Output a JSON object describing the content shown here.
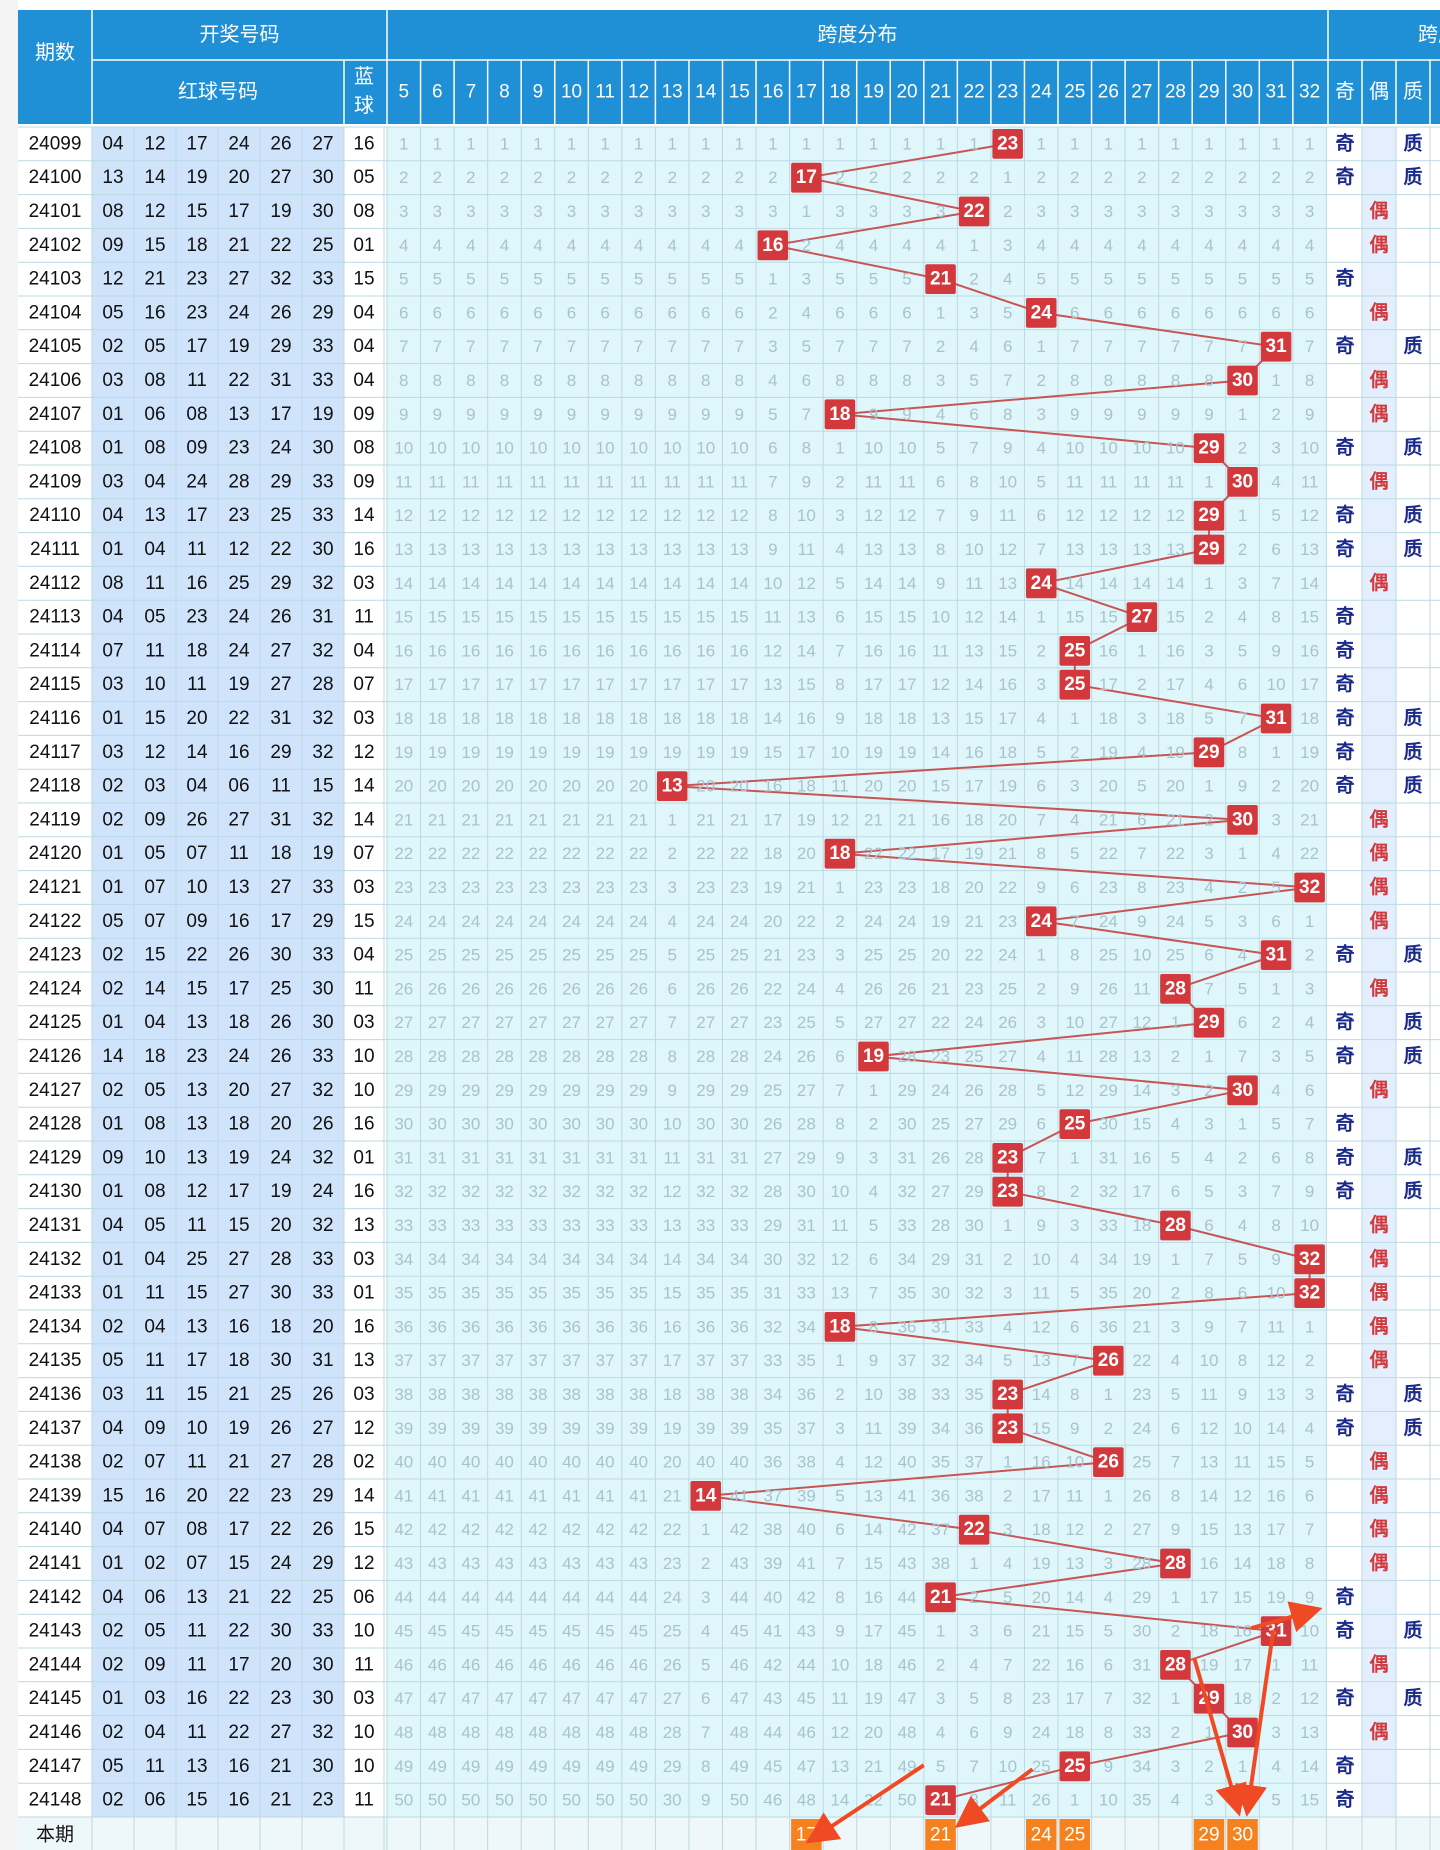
{
  "header": {
    "period_label": "期数",
    "draw_numbers_label": "开奖号码",
    "red_ball_label": "红球号码",
    "blue_ball_label": "蓝球",
    "span_dist_label": "跨度分布",
    "span_stats_label": "跨度",
    "stat_cols": [
      "奇",
      "偶",
      "质"
    ]
  },
  "colors": {
    "header_bg": "#1f8fd6",
    "period_bg": "#ffffff",
    "ball_bg": "#cfe3fb",
    "grid_bg": "#dff7fb",
    "hit_bg": "#d3393c",
    "line": "#c75555",
    "odd_even_text": "#1a2a8c",
    "forecast_bg": "#f5821f",
    "arrow": "#f04a24"
  },
  "span_range": [
    5,
    32
  ],
  "chart_data": {
    "type": "table",
    "rows": [
      {
        "period": "24099",
        "reds": [
          "04",
          "12",
          "17",
          "24",
          "26",
          "27"
        ],
        "blue": "16",
        "span": 23,
        "odd": "奇",
        "even": "",
        "prime": "质"
      },
      {
        "period": "24100",
        "reds": [
          "13",
          "14",
          "19",
          "20",
          "27",
          "30"
        ],
        "blue": "05",
        "span": 17,
        "odd": "奇",
        "even": "",
        "prime": "质"
      },
      {
        "period": "24101",
        "reds": [
          "08",
          "12",
          "15",
          "17",
          "19",
          "30"
        ],
        "blue": "08",
        "span": 22,
        "odd": "",
        "even": "偶",
        "prime": ""
      },
      {
        "period": "24102",
        "reds": [
          "09",
          "15",
          "18",
          "21",
          "22",
          "25"
        ],
        "blue": "01",
        "span": 16,
        "odd": "",
        "even": "偶",
        "prime": ""
      },
      {
        "period": "24103",
        "reds": [
          "12",
          "21",
          "23",
          "27",
          "32",
          "33"
        ],
        "blue": "15",
        "span": 21,
        "odd": "奇",
        "even": "",
        "prime": ""
      },
      {
        "period": "24104",
        "reds": [
          "05",
          "16",
          "23",
          "24",
          "26",
          "29"
        ],
        "blue": "04",
        "span": 24,
        "odd": "",
        "even": "偶",
        "prime": ""
      },
      {
        "period": "24105",
        "reds": [
          "02",
          "05",
          "17",
          "19",
          "29",
          "33"
        ],
        "blue": "04",
        "span": 31,
        "odd": "奇",
        "even": "",
        "prime": "质"
      },
      {
        "period": "24106",
        "reds": [
          "03",
          "08",
          "11",
          "22",
          "31",
          "33"
        ],
        "blue": "04",
        "span": 30,
        "odd": "",
        "even": "偶",
        "prime": ""
      },
      {
        "period": "24107",
        "reds": [
          "01",
          "06",
          "08",
          "13",
          "17",
          "19"
        ],
        "blue": "09",
        "span": 18,
        "odd": "",
        "even": "偶",
        "prime": ""
      },
      {
        "period": "24108",
        "reds": [
          "01",
          "08",
          "09",
          "23",
          "24",
          "30"
        ],
        "blue": "08",
        "span": 29,
        "odd": "奇",
        "even": "",
        "prime": "质"
      },
      {
        "period": "24109",
        "reds": [
          "03",
          "04",
          "24",
          "28",
          "29",
          "33"
        ],
        "blue": "09",
        "span": 30,
        "odd": "",
        "even": "偶",
        "prime": ""
      },
      {
        "period": "24110",
        "reds": [
          "04",
          "13",
          "17",
          "23",
          "25",
          "33"
        ],
        "blue": "14",
        "span": 29,
        "odd": "奇",
        "even": "",
        "prime": "质"
      },
      {
        "period": "24111",
        "reds": [
          "01",
          "04",
          "11",
          "12",
          "22",
          "30"
        ],
        "blue": "16",
        "span": 29,
        "odd": "奇",
        "even": "",
        "prime": "质"
      },
      {
        "period": "24112",
        "reds": [
          "08",
          "11",
          "16",
          "25",
          "29",
          "32"
        ],
        "blue": "03",
        "span": 24,
        "odd": "",
        "even": "偶",
        "prime": ""
      },
      {
        "period": "24113",
        "reds": [
          "04",
          "05",
          "23",
          "24",
          "26",
          "31"
        ],
        "blue": "11",
        "span": 27,
        "odd": "奇",
        "even": "",
        "prime": ""
      },
      {
        "period": "24114",
        "reds": [
          "07",
          "11",
          "18",
          "24",
          "27",
          "32"
        ],
        "blue": "04",
        "span": 25,
        "odd": "奇",
        "even": "",
        "prime": ""
      },
      {
        "period": "24115",
        "reds": [
          "03",
          "10",
          "11",
          "19",
          "27",
          "28"
        ],
        "blue": "07",
        "span": 25,
        "odd": "奇",
        "even": "",
        "prime": ""
      },
      {
        "period": "24116",
        "reds": [
          "01",
          "15",
          "20",
          "22",
          "31",
          "32"
        ],
        "blue": "03",
        "span": 31,
        "odd": "奇",
        "even": "",
        "prime": "质"
      },
      {
        "period": "24117",
        "reds": [
          "03",
          "12",
          "14",
          "16",
          "29",
          "32"
        ],
        "blue": "12",
        "span": 29,
        "odd": "奇",
        "even": "",
        "prime": "质"
      },
      {
        "period": "24118",
        "reds": [
          "02",
          "03",
          "04",
          "06",
          "11",
          "15"
        ],
        "blue": "14",
        "span": 13,
        "odd": "奇",
        "even": "",
        "prime": "质"
      },
      {
        "period": "24119",
        "reds": [
          "02",
          "09",
          "26",
          "27",
          "31",
          "32"
        ],
        "blue": "14",
        "span": 30,
        "odd": "",
        "even": "偶",
        "prime": ""
      },
      {
        "period": "24120",
        "reds": [
          "01",
          "05",
          "07",
          "11",
          "18",
          "19"
        ],
        "blue": "07",
        "span": 18,
        "odd": "",
        "even": "偶",
        "prime": ""
      },
      {
        "period": "24121",
        "reds": [
          "01",
          "07",
          "10",
          "13",
          "27",
          "33"
        ],
        "blue": "03",
        "span": 32,
        "odd": "",
        "even": "偶",
        "prime": ""
      },
      {
        "period": "24122",
        "reds": [
          "05",
          "07",
          "09",
          "16",
          "17",
          "29"
        ],
        "blue": "15",
        "span": 24,
        "odd": "",
        "even": "偶",
        "prime": ""
      },
      {
        "period": "24123",
        "reds": [
          "02",
          "15",
          "22",
          "26",
          "30",
          "33"
        ],
        "blue": "04",
        "span": 31,
        "odd": "奇",
        "even": "",
        "prime": "质"
      },
      {
        "period": "24124",
        "reds": [
          "02",
          "14",
          "15",
          "17",
          "25",
          "30"
        ],
        "blue": "11",
        "span": 28,
        "odd": "",
        "even": "偶",
        "prime": ""
      },
      {
        "period": "24125",
        "reds": [
          "01",
          "04",
          "13",
          "18",
          "26",
          "30"
        ],
        "blue": "03",
        "span": 29,
        "odd": "奇",
        "even": "",
        "prime": "质"
      },
      {
        "period": "24126",
        "reds": [
          "14",
          "18",
          "23",
          "24",
          "26",
          "33"
        ],
        "blue": "10",
        "span": 19,
        "odd": "奇",
        "even": "",
        "prime": "质"
      },
      {
        "period": "24127",
        "reds": [
          "02",
          "05",
          "13",
          "20",
          "27",
          "32"
        ],
        "blue": "10",
        "span": 30,
        "odd": "",
        "even": "偶",
        "prime": ""
      },
      {
        "period": "24128",
        "reds": [
          "01",
          "08",
          "13",
          "18",
          "20",
          "26"
        ],
        "blue": "16",
        "span": 25,
        "odd": "奇",
        "even": "",
        "prime": ""
      },
      {
        "period": "24129",
        "reds": [
          "09",
          "10",
          "13",
          "19",
          "24",
          "32"
        ],
        "blue": "01",
        "span": 23,
        "odd": "奇",
        "even": "",
        "prime": "质"
      },
      {
        "period": "24130",
        "reds": [
          "01",
          "08",
          "12",
          "17",
          "19",
          "24"
        ],
        "blue": "16",
        "span": 23,
        "odd": "奇",
        "even": "",
        "prime": "质"
      },
      {
        "period": "24131",
        "reds": [
          "04",
          "05",
          "11",
          "15",
          "20",
          "32"
        ],
        "blue": "13",
        "span": 28,
        "odd": "",
        "even": "偶",
        "prime": ""
      },
      {
        "period": "24132",
        "reds": [
          "01",
          "04",
          "25",
          "27",
          "28",
          "33"
        ],
        "blue": "03",
        "span": 32,
        "odd": "",
        "even": "偶",
        "prime": ""
      },
      {
        "period": "24133",
        "reds": [
          "01",
          "11",
          "15",
          "27",
          "30",
          "33"
        ],
        "blue": "01",
        "span": 32,
        "odd": "",
        "even": "偶",
        "prime": ""
      },
      {
        "period": "24134",
        "reds": [
          "02",
          "04",
          "13",
          "16",
          "18",
          "20"
        ],
        "blue": "16",
        "span": 18,
        "odd": "",
        "even": "偶",
        "prime": ""
      },
      {
        "period": "24135",
        "reds": [
          "05",
          "11",
          "17",
          "18",
          "30",
          "31"
        ],
        "blue": "13",
        "span": 26,
        "odd": "",
        "even": "偶",
        "prime": ""
      },
      {
        "period": "24136",
        "reds": [
          "03",
          "11",
          "15",
          "21",
          "25",
          "26"
        ],
        "blue": "03",
        "span": 23,
        "odd": "奇",
        "even": "",
        "prime": "质"
      },
      {
        "period": "24137",
        "reds": [
          "04",
          "09",
          "10",
          "19",
          "26",
          "27"
        ],
        "blue": "12",
        "span": 23,
        "odd": "奇",
        "even": "",
        "prime": "质"
      },
      {
        "period": "24138",
        "reds": [
          "02",
          "07",
          "11",
          "21",
          "27",
          "28"
        ],
        "blue": "02",
        "span": 26,
        "odd": "",
        "even": "偶",
        "prime": ""
      },
      {
        "period": "24139",
        "reds": [
          "15",
          "16",
          "20",
          "22",
          "23",
          "29"
        ],
        "blue": "14",
        "span": 14,
        "odd": "",
        "even": "偶",
        "prime": ""
      },
      {
        "period": "24140",
        "reds": [
          "04",
          "07",
          "08",
          "17",
          "22",
          "26"
        ],
        "blue": "15",
        "span": 22,
        "odd": "",
        "even": "偶",
        "prime": ""
      },
      {
        "period": "24141",
        "reds": [
          "01",
          "02",
          "07",
          "15",
          "24",
          "29"
        ],
        "blue": "12",
        "span": 28,
        "odd": "",
        "even": "偶",
        "prime": ""
      },
      {
        "period": "24142",
        "reds": [
          "04",
          "06",
          "13",
          "21",
          "22",
          "25"
        ],
        "blue": "06",
        "span": 21,
        "odd": "奇",
        "even": "",
        "prime": ""
      },
      {
        "period": "24143",
        "reds": [
          "02",
          "05",
          "11",
          "22",
          "30",
          "33"
        ],
        "blue": "10",
        "span": 31,
        "odd": "奇",
        "even": "",
        "prime": "质"
      },
      {
        "period": "24144",
        "reds": [
          "02",
          "09",
          "11",
          "17",
          "20",
          "30"
        ],
        "blue": "11",
        "span": 28,
        "odd": "",
        "even": "偶",
        "prime": ""
      },
      {
        "period": "24145",
        "reds": [
          "01",
          "03",
          "16",
          "22",
          "23",
          "30"
        ],
        "blue": "03",
        "span": 29,
        "odd": "奇",
        "even": "",
        "prime": "质"
      },
      {
        "period": "24146",
        "reds": [
          "02",
          "04",
          "11",
          "22",
          "27",
          "32"
        ],
        "blue": "10",
        "span": 30,
        "odd": "",
        "even": "偶",
        "prime": ""
      },
      {
        "period": "24147",
        "reds": [
          "05",
          "11",
          "13",
          "16",
          "21",
          "30"
        ],
        "blue": "10",
        "span": 25,
        "odd": "奇",
        "even": "",
        "prime": ""
      },
      {
        "period": "24148",
        "reds": [
          "02",
          "06",
          "15",
          "16",
          "21",
          "23"
        ],
        "blue": "11",
        "span": 21,
        "odd": "奇",
        "even": "",
        "prime": ""
      }
    ],
    "forecast": {
      "label": "本期",
      "spans": [
        17,
        21,
        24,
        25,
        29,
        30
      ],
      "shown_text": [
        "17",
        "21",
        "24",
        "25",
        "29",
        "30"
      ]
    },
    "next_row_label": "本期"
  }
}
